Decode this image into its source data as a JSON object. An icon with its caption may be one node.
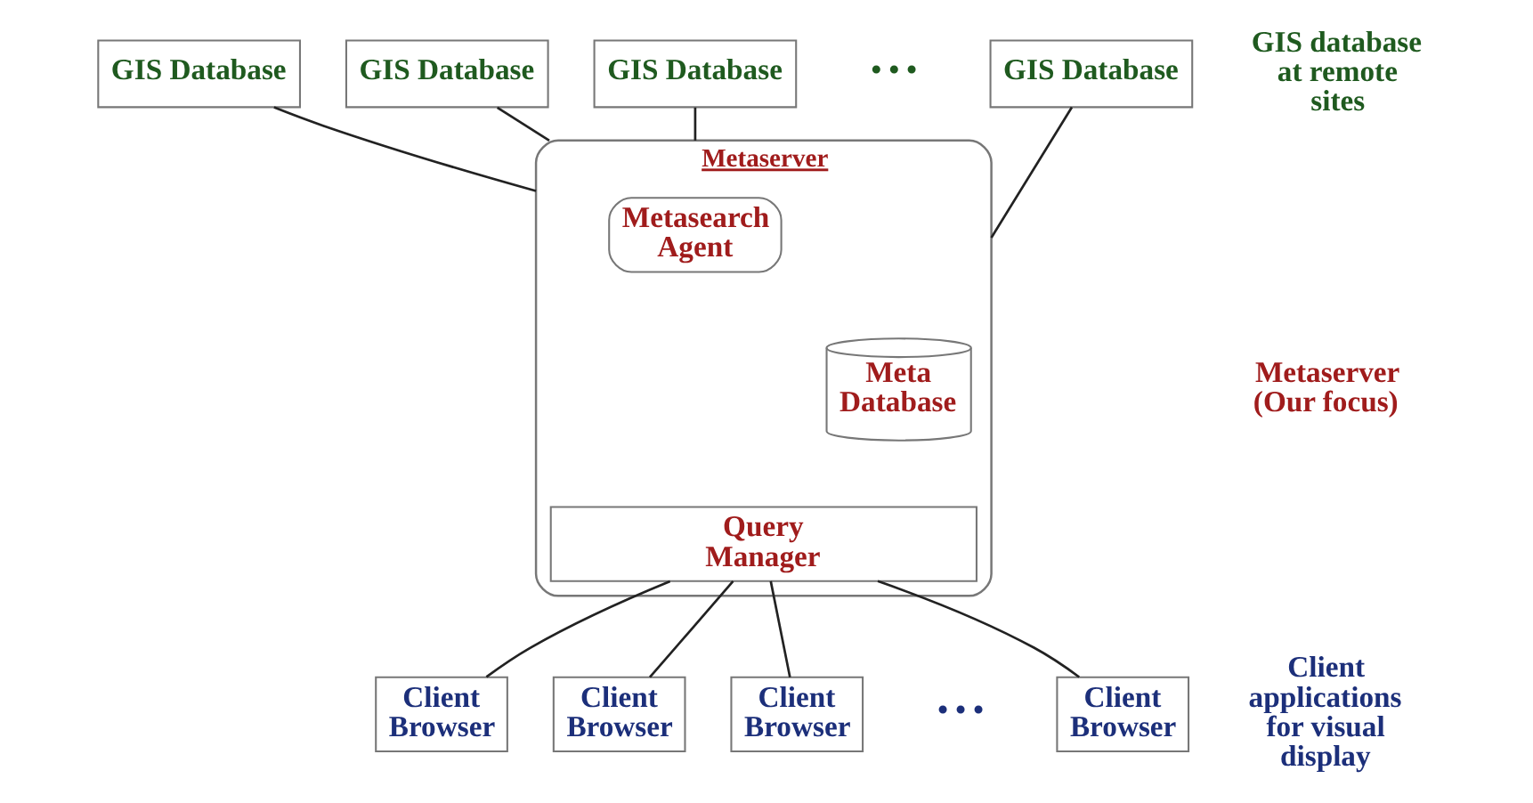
{
  "diagram": {
    "nodes": [
      {
        "text": [
          "GIS Database"
        ]
      },
      {
        "text": [
          "GIS Database"
        ]
      },
      {
        "text": [
          "GIS Database"
        ]
      },
      {
        "text": [
          "GIS Database"
        ]
      },
      {
        "text": [
          "Metaserver"
        ]
      },
      {
        "text": [
          "Metasearch Agent"
        ],
        "in": 4
      },
      {
        "text": [
          "Meta Database"
        ],
        "in": 4
      },
      {
        "text": [
          "Query Manager"
        ],
        "in": 4
      },
      {
        "text": [
          "Client Browser"
        ]
      },
      {
        "text": [
          "Client Browser"
        ]
      },
      {
        "text": [
          "Client Browser"
        ]
      },
      {
        "text": [
          "Client Browser"
        ]
      }
    ],
    "edges": [
      {
        "from": 0,
        "to": 4,
        "arrow": "none"
      },
      {
        "from": 1,
        "to": 4,
        "arrow": "none"
      },
      {
        "from": 2,
        "to": 4,
        "arrow": "none"
      },
      {
        "from": 3,
        "to": 4,
        "arrow": "none"
      },
      {
        "from": 7,
        "to": 8,
        "arrow": "none"
      },
      {
        "from": 7,
        "to": 9,
        "arrow": "none"
      },
      {
        "from": 7,
        "to": 10,
        "arrow": "none"
      },
      {
        "from": 7,
        "to": 11,
        "arrow": "none"
      }
    ],
    "labels": [
      "• • •",
      "GIS database at remote sites",
      "Metaserver (Our focus)",
      "• • •",
      "Client applications for visual display"
    ]
  }
}
